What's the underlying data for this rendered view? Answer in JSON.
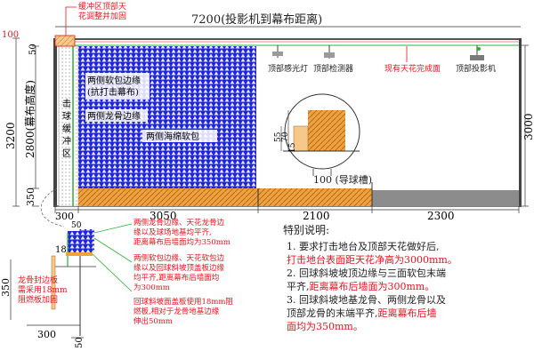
{
  "top_labels": {
    "top_note": [
      "缓冲区顶部天",
      "花调整并加固"
    ],
    "width_total": "7200(投影机到幕布距离)",
    "dim_100": "100",
    "dim_50_top": "50"
  },
  "ceiling_devices": [
    {
      "label": "顶部感光灯"
    },
    {
      "label": "顶部检测器"
    },
    {
      "label": "现有天花完成面"
    },
    {
      "label": "顶部投影机"
    }
  ],
  "left_dims": {
    "h3200": "3200",
    "h2800": "2800(幕布高度)",
    "h350": "350",
    "h3000": "3000"
  },
  "zone_labels": {
    "buffer": [
      "击",
      "球",
      "缓",
      "冲",
      "区"
    ],
    "side_soft_edge": [
      "两侧软包边缘",
      "(抗打击幕布)"
    ],
    "side_keel_edge": "两侧龙骨边缘",
    "sponge": "两侧海绵软包"
  },
  "ball_detail": {
    "dim_55": "55",
    "dim_70": "70",
    "dim_15": "15",
    "caption": "100 (导球槽)"
  },
  "bottom_dims": {
    "d300": "300",
    "d3050": "3050",
    "d2100": "2100",
    "d2300": "2300"
  },
  "detail_inset": {
    "dim_18": "18",
    "dim_50": "50",
    "dim_350": "350",
    "dim_300": "300",
    "dim_50b": "50",
    "keel_note": [
      "龙骨封边板",
      "需采用18mm",
      "阻燃板加固"
    ]
  },
  "annotations": [
    [
      "两侧龙骨边缘、天花龙骨边",
      "缘以及球场地基均平齐,",
      "距离幕布后墙面均为350mm"
    ],
    [
      "两侧软包边缘、天花软包边",
      "缘以及回球斜坡顶盖板边缘",
      "均平齐,距离幕布后墙面均",
      "为300mm"
    ],
    [
      "回球斜坡面盖板使用18mm阻",
      "燃板,相对于龙骨地基边缘",
      "伸出50mm"
    ]
  ],
  "notes": {
    "title": "特别说明:",
    "items": [
      {
        "lines": [
          [
            {
              "t": "1. 要求打击地台及顶部天花做好后,",
              "red": false
            }
          ],
          [
            {
              "t": "打击地台表面距天花净高为3000mm。",
              "red": true
            }
          ]
        ]
      },
      {
        "lines": [
          [
            {
              "t": "2. 回球斜坡坡顶边缘与三面软包末端",
              "red": false
            }
          ],
          [
            {
              "t": "平齐,",
              "red": false
            },
            {
              "t": "距离幕布后墙面为300mm。",
              "red": true
            }
          ]
        ]
      },
      {
        "lines": [
          [
            {
              "t": "3. 回球斜坡地基龙骨、两侧龙骨以及",
              "red": false
            }
          ],
          [
            {
              "t": "顶部龙骨的末端平齐,",
              "red": false
            },
            {
              "t": "距离幕布后墙",
              "red": true
            }
          ],
          [
            {
              "t": "面均为350mm。",
              "red": true
            }
          ]
        ]
      }
    ]
  },
  "colors": {
    "screen_blue": "#1f25d8",
    "wood_orange": "#f0a03c",
    "red_text": "#e8141e",
    "green_line": "#28b432",
    "gray_floor": "#8c8c8c"
  }
}
